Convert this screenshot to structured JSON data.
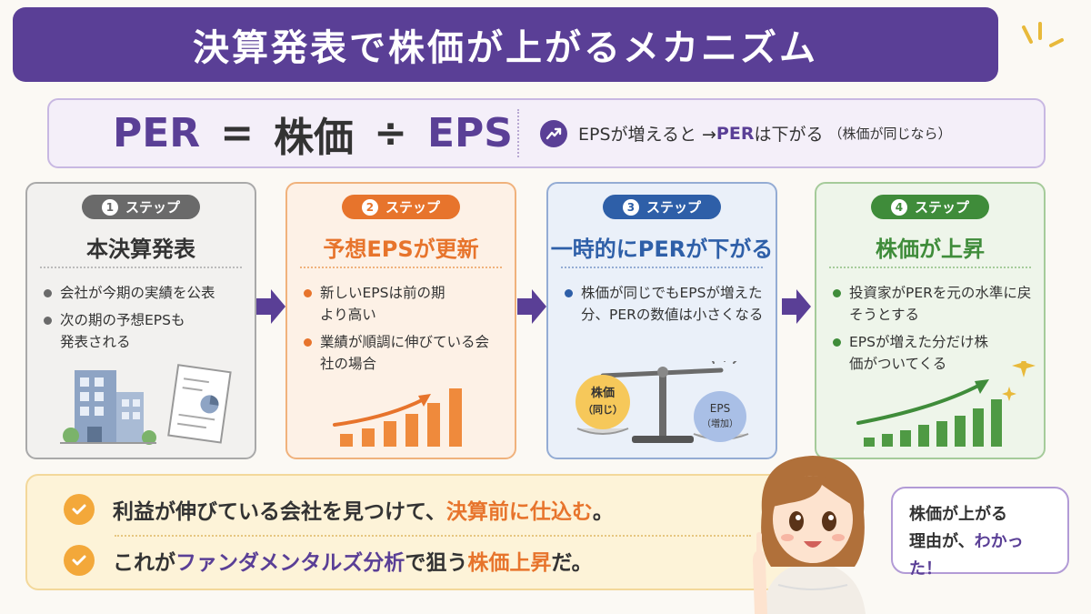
{
  "title": "決算発表で株価が上がるメカニズム",
  "formula": {
    "per": "PER",
    "eq": "=",
    "price": "株価",
    "div": "÷",
    "eps": "EPS"
  },
  "formula_note": {
    "a": "EPSが増えると → ",
    "b": "PER",
    "c": "は下がる",
    "d": "（株価が同じなら）",
    "icon": "trend-up-icon"
  },
  "steps": [
    {
      "num": "1",
      "badge": "ステップ",
      "title": "本決算発表",
      "bullets": [
        "会社が今期の実績を公表",
        "次の期の予想EPSも発表される"
      ],
      "color": "#6a6a6a"
    },
    {
      "num": "2",
      "badge": "ステップ",
      "title": "予想EPSが更新",
      "bullets": [
        "新しいEPSは前の期より高い",
        "業績が順調に伸びている会社の場合"
      ],
      "color": "#e7742c"
    },
    {
      "num": "3",
      "badge": "ステップ",
      "title": "一時的にPERが下がる",
      "bullets": [
        "株価が同じでもEPSが増えた分、PERの数値は小さくなる"
      ],
      "color": "#2e5fa8",
      "scale": {
        "left_l1": "株価",
        "left_l2": "（同じ）",
        "right_l1": "EPS",
        "right_l2": "（増加）"
      }
    },
    {
      "num": "4",
      "badge": "ステップ",
      "title": "株価が上昇",
      "bullets": [
        "投資家がPERを元の水準に戻そうとする",
        "EPSが増えた分だけ株価がついてくる"
      ],
      "color": "#3f8c3a"
    }
  ],
  "summary": [
    {
      "a": "利益が伸びている会社を見つけて、",
      "b": "決算前に仕込む",
      "c": "。"
    },
    {
      "a": "これが",
      "b": "ファンダメンタルズ分析",
      "c": "で狙う",
      "d": "株価上昇",
      "e": "だ。"
    }
  ],
  "bubble": {
    "l1": "株価が上がる",
    "l2a": "理由が、",
    "l2b": "わかった！"
  }
}
